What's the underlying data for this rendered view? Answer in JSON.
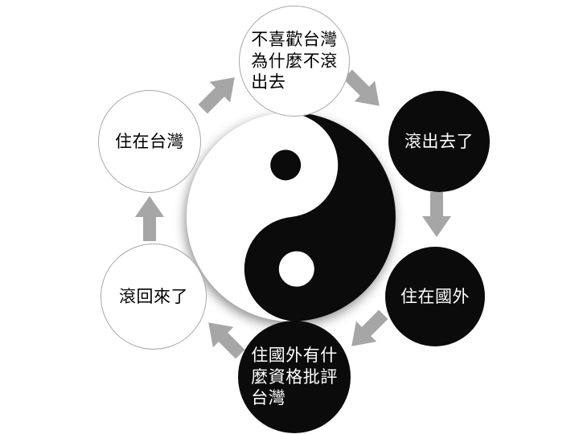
{
  "diagram": {
    "type": "cycle",
    "description": "Six-step circular argument cycle around a yin-yang symbol",
    "colors": {
      "background": "#ffffff",
      "arrow": "#a6a6a6",
      "node_black": "#0b0b0b",
      "node_white": "#ffffff",
      "node_border": "#a8a8a8",
      "text_on_white": "#000000",
      "text_on_black": "#ffffff"
    },
    "center_symbol": "yin-yang",
    "nodes": {
      "top": {
        "label": "不喜歡台灣\n為什麼不滾\n出去",
        "fill": "white"
      },
      "top_right": {
        "label": "滾出去了",
        "fill": "black"
      },
      "bottom_right": {
        "label": "住在國外",
        "fill": "black"
      },
      "bottom": {
        "label": "住國外有什\n麼資格批評\n台灣",
        "fill": "black"
      },
      "bottom_left": {
        "label": "滾回來了",
        "fill": "white"
      },
      "top_left": {
        "label": "住在台灣",
        "fill": "white"
      }
    },
    "arrows": [
      {
        "from": "top_left",
        "to": "top",
        "direction": "up-right"
      },
      {
        "from": "top",
        "to": "top_right",
        "direction": "down-right"
      },
      {
        "from": "top_right",
        "to": "bottom_right",
        "direction": "down"
      },
      {
        "from": "bottom_right",
        "to": "bottom",
        "direction": "down-left"
      },
      {
        "from": "bottom",
        "to": "bottom_left",
        "direction": "up-left"
      },
      {
        "from": "bottom_left",
        "to": "top_left",
        "direction": "up"
      }
    ]
  }
}
